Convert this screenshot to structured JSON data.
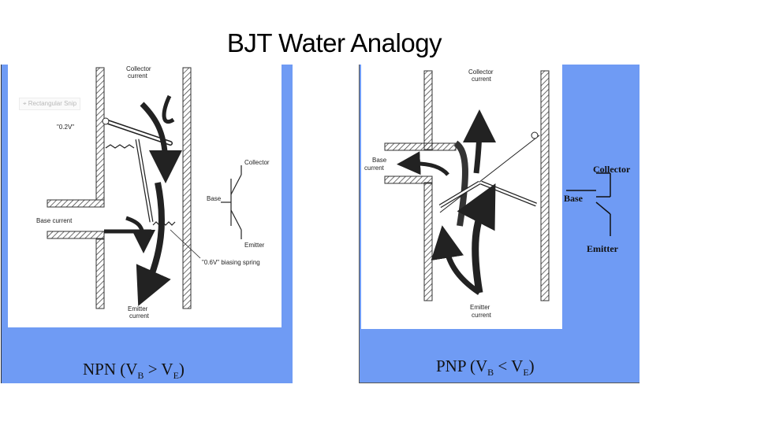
{
  "slide": {
    "title": "BJT Water Analogy"
  },
  "npn": {
    "caption_main": "NPN (V",
    "sub_b": "B",
    "caption_mid": " > V",
    "sub_e": "E",
    "caption_end": ")",
    "labels": {
      "collector_1": "Collector",
      "collector_2": "current",
      "bias_02": "\"0.2V\"",
      "base_current": "Base current",
      "emitter_1": "Emitter",
      "emitter_2": "current",
      "bias_spring": "\"0.6V\" biasing spring",
      "sym_collector": "Collector",
      "sym_base": "Base",
      "sym_emitter": "Emitter"
    },
    "snip_overlay": "Rectangular Snip"
  },
  "pnp": {
    "caption_main": "PNP  (V",
    "sub_b": "B",
    "caption_mid": " < V",
    "sub_e": "E",
    "caption_end": ")",
    "labels": {
      "collector_1": "Collector",
      "collector_2": "current",
      "base_1": "Base",
      "base_2": "current",
      "emitter_1": "Emitter",
      "emitter_2": "current",
      "sym_collector": "Collector",
      "sym_base": "Base",
      "sym_emitter": "Emitter"
    }
  },
  "colors": {
    "panel_blue": "#6f9bf4",
    "sheet": "#ffffff",
    "ink": "#222222"
  }
}
